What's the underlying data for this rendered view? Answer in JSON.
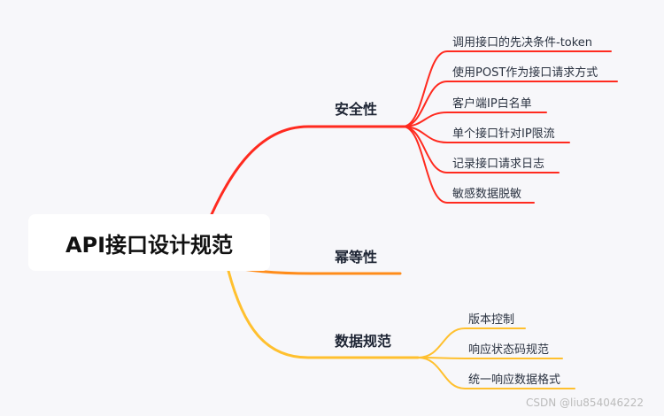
{
  "root": "API接口设计规范",
  "colors": {
    "security": "#ff2a1f",
    "idempotency": "#ff8c1a",
    "data": "#ffc02e"
  },
  "branches": [
    {
      "label": "安全性",
      "children": [
        "调用接口的先决条件-token",
        "使用POST作为接口请求方式",
        "客户端IP白名单",
        "单个接口针对IP限流",
        "记录接口请求日志",
        "敏感数据脱敏"
      ]
    },
    {
      "label": "幂等性",
      "children": []
    },
    {
      "label": "数据规范",
      "children": [
        "版本控制",
        "响应状态码规范",
        "统一响应数据格式"
      ]
    }
  ],
  "watermark": "CSDN @liu854046222"
}
